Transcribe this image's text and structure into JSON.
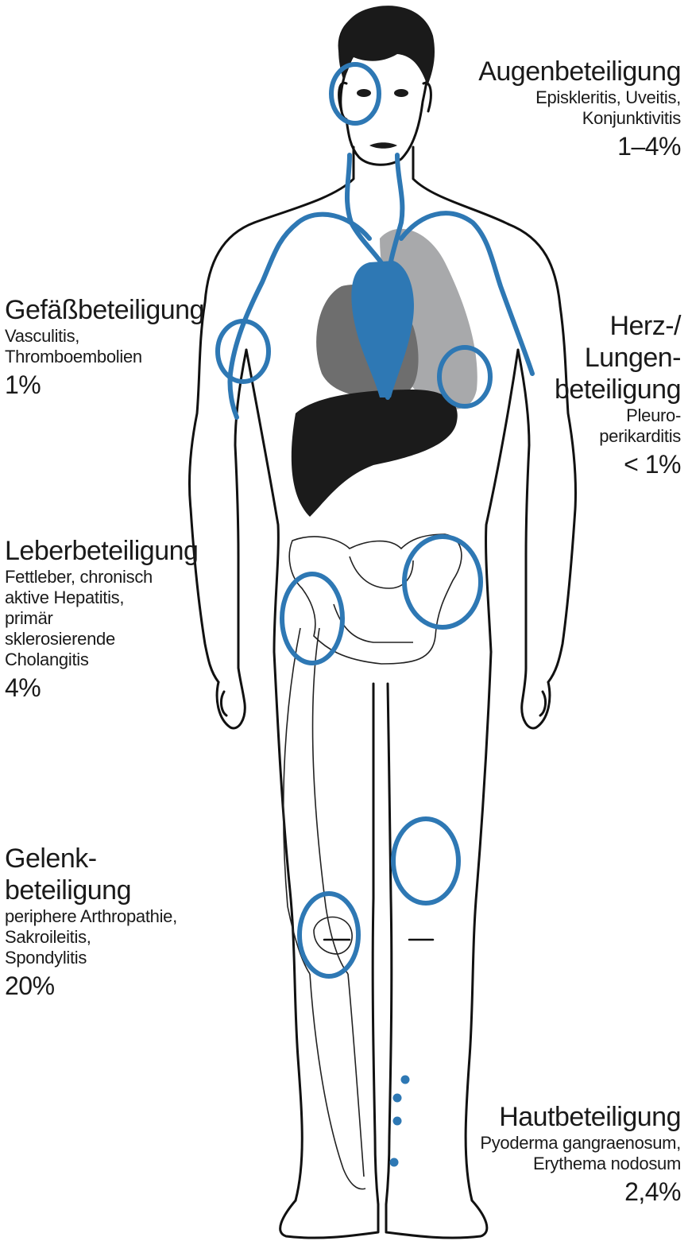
{
  "colors": {
    "accent_blue": "#2e78b4",
    "outline": "#111111",
    "liver": "#1b1b1b",
    "heart_dark": "#6e6e6e",
    "lung_light": "#a8a9ab"
  },
  "labels": {
    "augen": {
      "title": "Augenbeteiligung",
      "desc1": "Episkleritis, Uveitis,",
      "desc2": "Konjunktivitis",
      "pct": "1–4%"
    },
    "gefaess": {
      "title": "Gefäßbeteiligung",
      "desc1": "Vasculitis,",
      "desc2": "Thromboembolien",
      "pct": "1%"
    },
    "herz": {
      "title1": "Herz-/",
      "title2": "Lungen-",
      "title3": "beteiligung",
      "desc1": "Pleuro-",
      "desc2": "perikarditis",
      "pct": "< 1%"
    },
    "leber": {
      "title": "Leberbeteiligung",
      "desc1": "Fettleber, chronisch",
      "desc2": "aktive Hepatitis,",
      "desc3": "primär",
      "desc4": "sklerosierende",
      "desc5": "Cholangitis",
      "pct": "4%"
    },
    "gelenk": {
      "title1": "Gelenk-",
      "title2": "beteiligung",
      "desc1": "periphere Arthropathie,",
      "desc2": "Sakroileitis,",
      "desc3": "Spondylitis",
      "pct": "20%"
    },
    "haut": {
      "title": "Hautbeteiligung",
      "desc1": "Pyoderma gangraenosum,",
      "desc2": "Erythema nodosum",
      "pct": "2,4%"
    }
  },
  "icons": [
    "human-body-figure",
    "eye-circle-marker",
    "vessel-circle-marker",
    "lung-circle-marker",
    "hip-circle-marker",
    "pelvis-circle-marker",
    "knee-circle-marker",
    "skin-dot-marker"
  ]
}
